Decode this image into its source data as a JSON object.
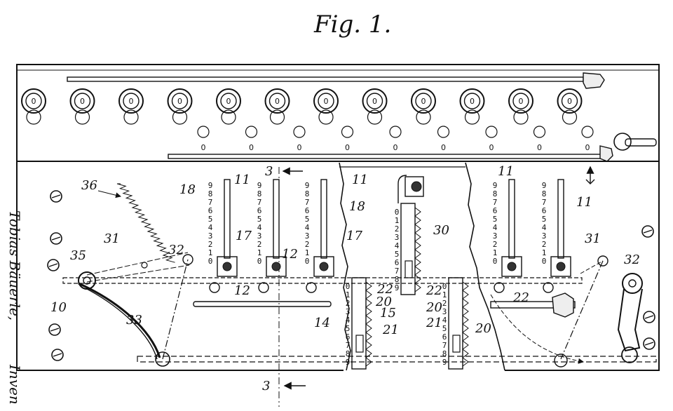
{
  "figure": {
    "title": "Fig. 1.",
    "side_text_name": "Tobias Bäuerle,",
    "side_text_role": "Inven"
  },
  "top_plate": {
    "large_key_labels": [
      "0",
      "0",
      "0",
      "0",
      "0",
      "0",
      "0",
      "0",
      "0",
      "0",
      "0",
      "0"
    ],
    "small_key_labels": [
      "0",
      "0",
      "0",
      "0",
      "0",
      "0",
      "0",
      "0",
      "0"
    ]
  },
  "scales": {
    "descending": [
      "9",
      "8",
      "7",
      "6",
      "5",
      "4",
      "3",
      "2",
      "1",
      "0"
    ],
    "ascending": [
      "0",
      "1",
      "2",
      "3",
      "4",
      "5",
      "6",
      "7",
      "8",
      "9"
    ]
  },
  "reference_numerals": {
    "n3_top": "3",
    "n3_bottom": "3",
    "n10": "10",
    "n11": "11",
    "n12": "12",
    "n14": "14",
    "n15": "15",
    "n17": "17",
    "n18": "18",
    "n20": "20",
    "n21": "21",
    "n22": "22",
    "n30": "30",
    "n31": "31",
    "n32": "32",
    "n33": "33",
    "n35": "35",
    "n36": "36"
  }
}
